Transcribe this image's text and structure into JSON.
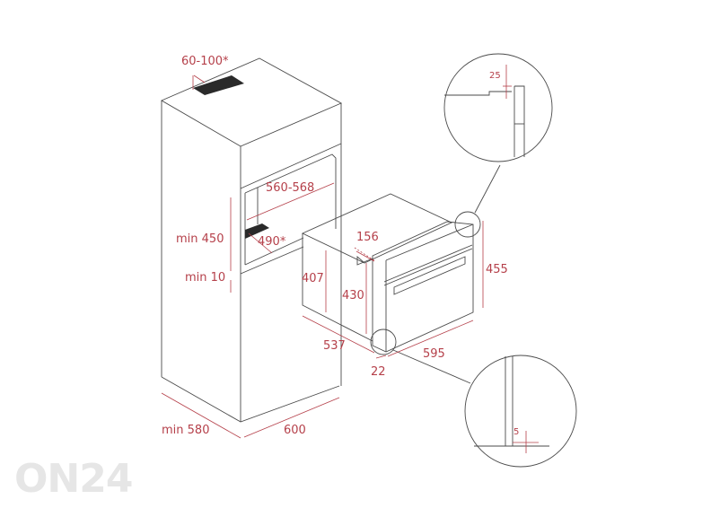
{
  "labels": {
    "vent_gap": "60-100*",
    "niche_width": "560-568",
    "niche_height": "min 450",
    "niche_vent": "490*",
    "bottom_gap": "min 10",
    "top_recess": "156",
    "side_height_back": "407",
    "side_height_front": "430",
    "front_height": "455",
    "depth": "537",
    "front_width": "595",
    "front_thickness": "22",
    "detail_top_gap": "25",
    "detail_bottom_gap": "5",
    "cabinet_depth": "min 580",
    "cabinet_width": "600"
  },
  "watermark": "ON24",
  "colors": {
    "dimension": "#b5404a",
    "outline": "#4a4a4a",
    "vent": "#2a2a2a"
  }
}
